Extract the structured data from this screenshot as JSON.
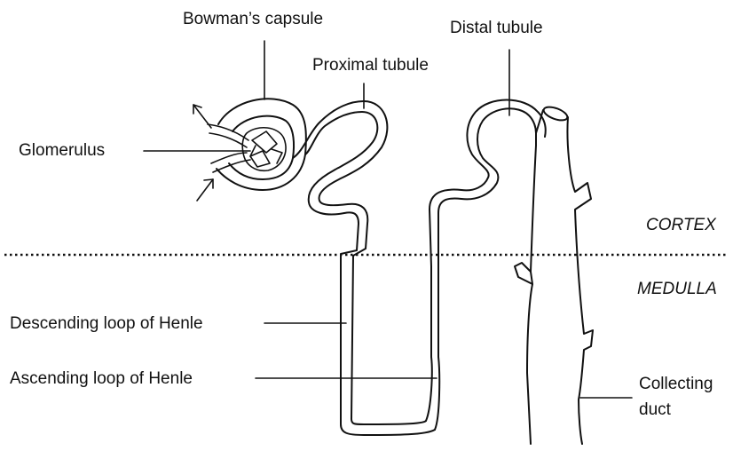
{
  "labels": {
    "bowmans_capsule": "Bowman’s capsule",
    "proximal_tubule": "Proximal tubule",
    "distal_tubule": "Distal tubule",
    "glomerulus": "Glomerulus",
    "cortex": "CORTEX",
    "medulla": "MEDULLA",
    "descending_loop": "Descending loop of Henle",
    "ascending_loop": "Ascending loop of Henle",
    "collecting_duct_line1": "Collecting",
    "collecting_duct_line2": "duct"
  },
  "colors": {
    "line": "#111111",
    "background": "#ffffff"
  }
}
